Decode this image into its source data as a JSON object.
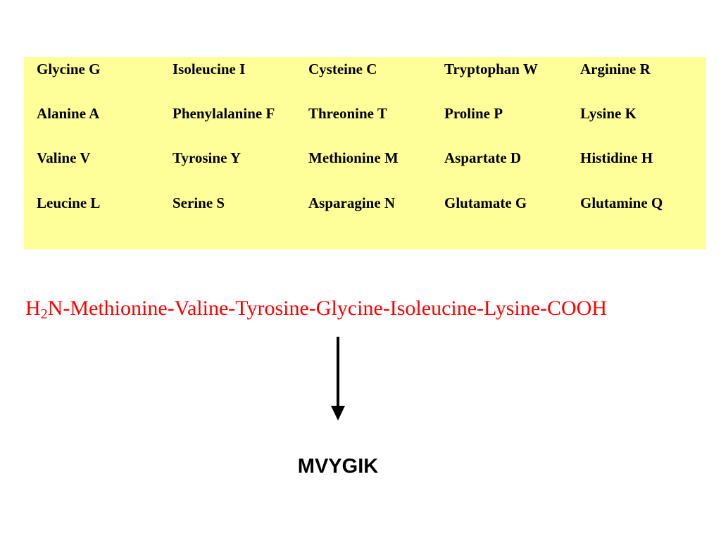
{
  "amino_acid_table": {
    "rows": [
      [
        "Glycine G",
        "Isoleucine I",
        "Cysteine C",
        "Tryptophan W",
        "Arginine R"
      ],
      [
        "Alanine A",
        "Phenylalanine F",
        "Threonine T",
        "Proline P",
        "Lysine K"
      ],
      [
        "Valine V",
        "Tyrosine Y",
        "Methionine M",
        "Aspartate D",
        "Histidine H"
      ],
      [
        "Leucine L",
        "Serine S",
        "Asparagine N",
        "Glutamate G",
        "Glutamine Q"
      ]
    ],
    "background_color": "#ffff99"
  },
  "peptide": {
    "prefix": "H",
    "subscript": "2",
    "rest": "N-Methionine-Valine-Tyrosine-Glycine-Isoleucine-Lysine-COOH",
    "color": "#ff0000"
  },
  "arrow": {
    "icon": "down-arrow-icon"
  },
  "sequence": {
    "text": "MVYGIK"
  }
}
